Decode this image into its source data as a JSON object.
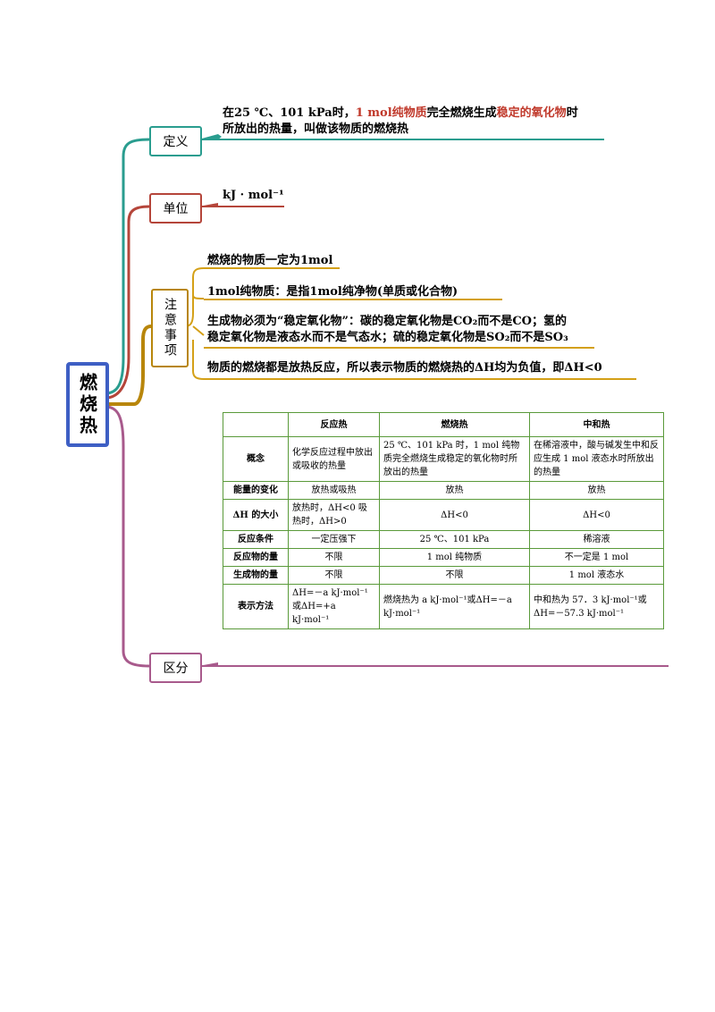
{
  "root": {
    "title": "燃烧热"
  },
  "definition": {
    "label": "定义",
    "line1_a": "在25 ℃、101 kPa时，",
    "line1_b": "1 mol纯物质",
    "line1_c": "完全燃烧生成",
    "line1_d": "稳定的氧化物",
    "line1_e": "时",
    "line2": "所放出的热量，叫做该物质的燃烧热"
  },
  "unit": {
    "label": "单位",
    "value": "kJ · mol⁻¹"
  },
  "notes": {
    "label": "注意事项",
    "items": [
      "燃烧的物质一定为1mol",
      "1mol纯物质：是指1mol纯净物(单质或化合物)",
      "生成物必须为“稳定氧化物”：碳的稳定氧化物是CO₂而不是CO；氢的",
      "稳定氧化物是液态水而不是气态水；硫的稳定氧化物是SO₂而不是SO₃",
      "物质的燃烧都是放热反应，所以表示物质的燃烧热的ΔH均为负值，即ΔH<0"
    ]
  },
  "difference": {
    "label": "区分"
  },
  "table": {
    "headers": [
      "",
      "反应热",
      "燃烧热",
      "中和热"
    ],
    "rows": [
      [
        "概念",
        "化学反应过程中放出或吸收的热量",
        "25 ℃、101 kPa 时，1 mol 纯物质完全燃烧生成稳定的氧化物时所放出的热量",
        "在稀溶液中，酸与碱发生中和反应生成 1 mol 液态水时所放出的热量"
      ],
      [
        "能量的变化",
        "放热或吸热",
        "放热",
        "放热"
      ],
      [
        "ΔH 的大小",
        "放热时，ΔH<0 吸热时，ΔH>0",
        "ΔH<0",
        "ΔH<0"
      ],
      [
        "反应条件",
        "一定压强下",
        "25 ℃、101 kPa",
        "稀溶液"
      ],
      [
        "反应物的量",
        "不限",
        "1 mol 纯物质",
        "不一定是 1 mol"
      ],
      [
        "生成物的量",
        "不限",
        "不限",
        "1 mol 液态水"
      ],
      [
        "表示方法",
        "ΔH=－a kJ·mol⁻¹或ΔH=+a kJ·mol⁻¹",
        "燃烧热为 a kJ·mol⁻¹或ΔH=－a kJ·mol⁻¹",
        "中和热为 57．3 kJ·mol⁻¹或ΔH=－57.3 kJ·mol⁻¹"
      ]
    ]
  }
}
